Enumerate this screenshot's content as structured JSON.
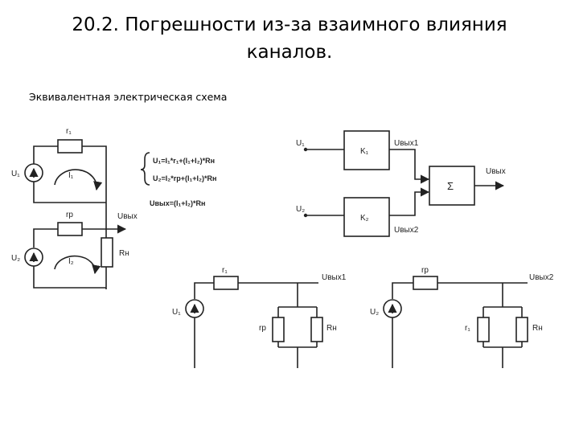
{
  "slide": {
    "title_line1": "20.2. Погрешности из-за взаимного влияния",
    "title_line2": "каналов.",
    "subtitle": "Эквивалентная электрическая схема"
  },
  "left_circuit": {
    "r1": "r₁",
    "u1": "U₁",
    "i1": "I₁",
    "rp": "rp",
    "u2": "U₂",
    "i2": "I₂",
    "u_out": "Uвых",
    "rn": "Rн"
  },
  "equations": {
    "eq1": "U₁=I₁*r₁+(I₁+I₂)*Rн",
    "eq2": "U₂=I₂*rp+(I₁+I₂)*Rн",
    "eq3": "Uвых=(I₁+I₂)*Rн"
  },
  "block_diagram": {
    "u1": "U₁",
    "u2": "U₂",
    "k1": "K₁",
    "k2": "K₂",
    "sum": "Σ",
    "u_out1": "Uвых1",
    "u_out2": "Uвых2",
    "u_out": "Uвых"
  },
  "circuit_a": {
    "r1": "r₁",
    "u1": "U₁",
    "rp": "rp",
    "rn": "Rн",
    "u_out": "Uвых1"
  },
  "circuit_b": {
    "rp": "rp",
    "u2": "U₂",
    "r1": "r₁",
    "rn": "Rн",
    "u_out": "Uвых2"
  }
}
